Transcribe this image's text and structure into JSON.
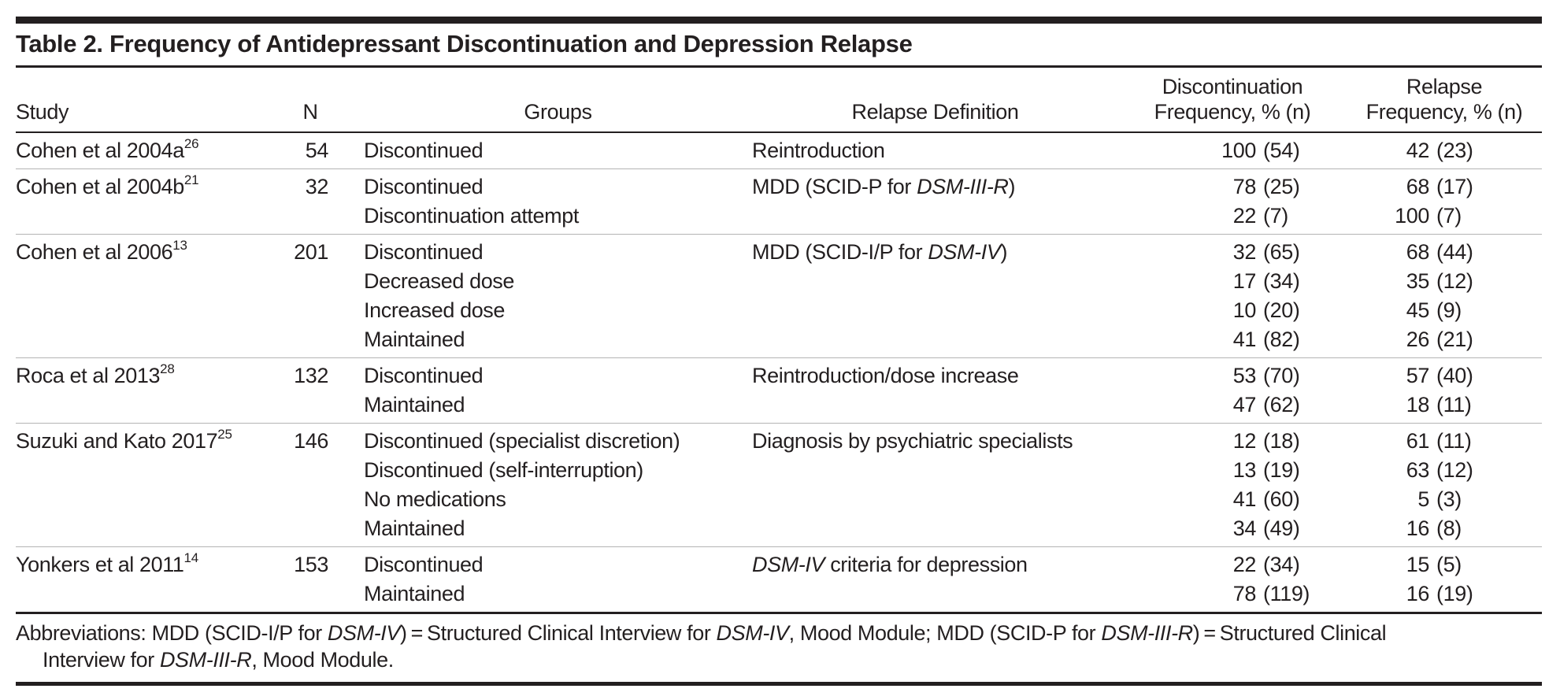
{
  "colors": {
    "text": "#231f20",
    "rule": "#231f20",
    "row_separator": "#b4b4b4",
    "background": "#ffffff"
  },
  "table": {
    "title": "Table 2. Frequency of Antidepressant Discontinuation and Depression Relapse",
    "headers": {
      "study": "Study",
      "n": "N",
      "groups": "Groups",
      "definition": "Relapse Definition",
      "disc": [
        "Discontinuation",
        "Frequency, % (n)"
      ],
      "relapse": [
        "Relapse",
        "Frequency, % (n)"
      ]
    },
    "rows": [
      {
        "study": "Cohen et al 2004a",
        "ref": "26",
        "n": "54",
        "definition": [
          {
            "t": "Reintroduction"
          }
        ],
        "entries": [
          {
            "group": "Discontinued",
            "discontinuation": "100 (54)",
            "relapse": "42 (23)"
          }
        ]
      },
      {
        "study": "Cohen et al 2004b",
        "ref": "21",
        "n": "32",
        "definition": [
          {
            "t": "MDD (SCID-P for "
          },
          {
            "t": "DSM-III-R",
            "i": true
          },
          {
            "t": ")"
          }
        ],
        "entries": [
          {
            "group": "Discontinued",
            "discontinuation": "78 (25)",
            "relapse": "68 (17)"
          },
          {
            "group": "Discontinuation attempt",
            "discontinuation": "22 (7)",
            "relapse": "100 (7)"
          }
        ]
      },
      {
        "study": "Cohen et al 2006",
        "ref": "13",
        "n": "201",
        "definition": [
          {
            "t": "MDD (SCID-I/P for "
          },
          {
            "t": "DSM-IV",
            "i": true
          },
          {
            "t": ")"
          }
        ],
        "entries": [
          {
            "group": "Discontinued",
            "discontinuation": "32 (65)",
            "relapse": "68 (44)"
          },
          {
            "group": "Decreased dose",
            "discontinuation": "17 (34)",
            "relapse": "35 (12)"
          },
          {
            "group": "Increased dose",
            "discontinuation": "10 (20)",
            "relapse": "45 (9)"
          },
          {
            "group": "Maintained",
            "discontinuation": "41 (82)",
            "relapse": "26 (21)"
          }
        ]
      },
      {
        "study": "Roca et al 2013",
        "ref": "28",
        "n": "132",
        "definition": [
          {
            "t": "Reintroduction/dose increase"
          }
        ],
        "entries": [
          {
            "group": "Discontinued",
            "discontinuation": "53 (70)",
            "relapse": "57 (40)"
          },
          {
            "group": "Maintained",
            "discontinuation": "47 (62)",
            "relapse": "18 (11)"
          }
        ]
      },
      {
        "study": "Suzuki and Kato 2017",
        "ref": "25",
        "n": "146",
        "definition": [
          {
            "t": "Diagnosis by psychiatric specialists"
          }
        ],
        "entries": [
          {
            "group": "Discontinued (specialist discretion)",
            "discontinuation": "12 (18)",
            "relapse": "61 (11)"
          },
          {
            "group": "Discontinued (self-interruption)",
            "discontinuation": "13 (19)",
            "relapse": "63 (12)"
          },
          {
            "group": "No medications",
            "discontinuation": "41 (60)",
            "relapse": "5 (3)"
          },
          {
            "group": "Maintained",
            "discontinuation": "34 (49)",
            "relapse": "16 (8)"
          }
        ]
      },
      {
        "study": "Yonkers et al 2011",
        "ref": "14",
        "n": "153",
        "definition": [
          {
            "t": "DSM-IV",
            "i": true
          },
          {
            "t": " criteria for depression"
          }
        ],
        "entries": [
          {
            "group": "Discontinued",
            "discontinuation": "22 (34)",
            "relapse": "15 (5)"
          },
          {
            "group": "Maintained",
            "discontinuation": "78 (119)",
            "relapse": "16 (19)"
          }
        ]
      }
    ],
    "footnote_lines": [
      [
        {
          "t": "Abbreviations: MDD (SCID-I/P for "
        },
        {
          "t": "DSM-IV",
          "i": true
        },
        {
          "t": ") = Structured Clinical Interview for "
        },
        {
          "t": "DSM-IV",
          "i": true
        },
        {
          "t": ", Mood Module; MDD (SCID-P for "
        },
        {
          "t": "DSM-III-R",
          "i": true
        },
        {
          "t": ") = Structured Clinical"
        }
      ],
      [
        {
          "t": "Interview for "
        },
        {
          "t": "DSM-III-R",
          "i": true
        },
        {
          "t": ", Mood Module."
        }
      ]
    ]
  }
}
